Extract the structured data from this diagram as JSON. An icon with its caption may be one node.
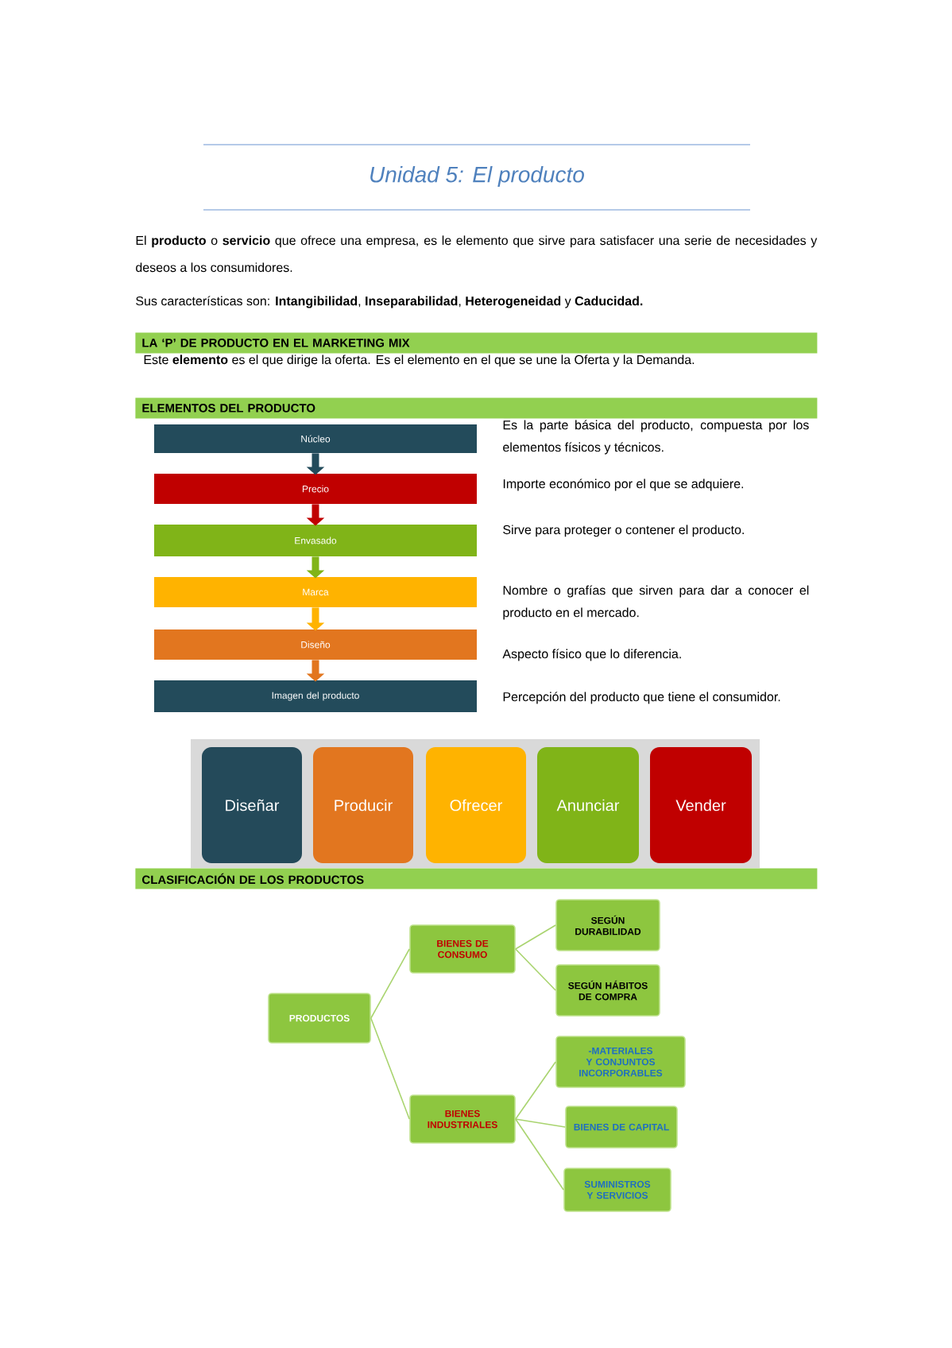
{
  "diagram": {
    "title": "Unidad 5: El producto",
    "nodes": [
      {
        "text": [
          "Núcleo"
        ],
        "beside": [
          "Es la parte básica del producto, compuesta por los elementos físicos y técnicos."
        ]
      },
      {
        "text": [
          "Precio"
        ],
        "beside": [
          "Importe económico por el que se adquiere."
        ]
      },
      {
        "text": [
          "Envasado"
        ],
        "beside": [
          "Sirve para proteger o contener el producto."
        ]
      },
      {
        "text": [
          "Marca"
        ],
        "beside": [
          "Nombre o grafías que sirven para dar a conocer el producto en el mercado."
        ]
      },
      {
        "text": [
          "Diseño"
        ],
        "beside": [
          "Aspecto físico que lo diferencia."
        ]
      },
      {
        "text": [
          "Imagen del producto"
        ],
        "beside": [
          "Percepción del producto que tiene el consumidor."
        ]
      },
      {
        "text": [
          "Diseñar"
        ]
      },
      {
        "text": [
          "Producir"
        ]
      },
      {
        "text": [
          "Ofrecer"
        ]
      },
      {
        "text": [
          "Anunciar"
        ]
      },
      {
        "text": [
          "Vender"
        ]
      },
      {
        "text": [
          "PRODUCTOS"
        ]
      },
      {
        "text": [
          "BIENES DE CONSUMO"
        ]
      },
      {
        "text": [
          "SEGÚN DURABILIDAD"
        ]
      },
      {
        "text": [
          "SEGÚN HÁBITOS DE COMPRA"
        ]
      },
      {
        "text": [
          "BIENES INDUSTRIALES"
        ]
      },
      {
        "text": [
          "-MATERIALES Y CONJUNTOS INCORPORABLES"
        ]
      },
      {
        "text": [
          "BIENES DE CAPITAL"
        ]
      },
      {
        "text": [
          "SUMINISTROS Y SERVICIOS"
        ]
      }
    ],
    "edges": [
      {
        "from": 0,
        "to": 1,
        "arrow": "to",
        "style": "thick",
        "color": "#234b5b"
      },
      {
        "from": 1,
        "to": 2,
        "arrow": "to",
        "style": "thick",
        "color": "#c00000"
      },
      {
        "from": 2,
        "to": 3,
        "arrow": "to",
        "style": "thick",
        "color": "#80b418"
      },
      {
        "from": 3,
        "to": 4,
        "arrow": "to",
        "style": "thick",
        "color": "#ffb300"
      },
      {
        "from": 4,
        "to": 5,
        "arrow": "to",
        "style": "thick",
        "color": "#e2761f"
      },
      {
        "from": 11,
        "to": 12,
        "arrow": "none"
      },
      {
        "from": 11,
        "to": 15,
        "arrow": "none"
      },
      {
        "from": 12,
        "to": 13,
        "arrow": "none"
      },
      {
        "from": 12,
        "to": 14,
        "arrow": "none"
      },
      {
        "from": 15,
        "to": 16,
        "arrow": "none"
      },
      {
        "from": 15,
        "to": 17,
        "arrow": "none"
      },
      {
        "from": 15,
        "to": 18,
        "arrow": "none"
      }
    ],
    "labels": [
      "El **producto** o **servicio** que ofrece una empresa, es le elemento que sirve para satisfacer una serie de necesidades y deseos a los consumidores.",
      "Sus características son: **Intangibilidad**, **Inseparabilidad**, **Heterogeneidad** y **Caducidad.**",
      "LA ‘P’ DE PRODUCTO EN EL MARKETING MIX",
      "Este **elemento** es el que dirige la oferta. Es el elemento en el que se une la Oferta y la Demanda.",
      "ELEMENTOS DEL PRODUCTO",
      "CLASIFICACIÓN DE LOS PRODUCTOS"
    ]
  }
}
